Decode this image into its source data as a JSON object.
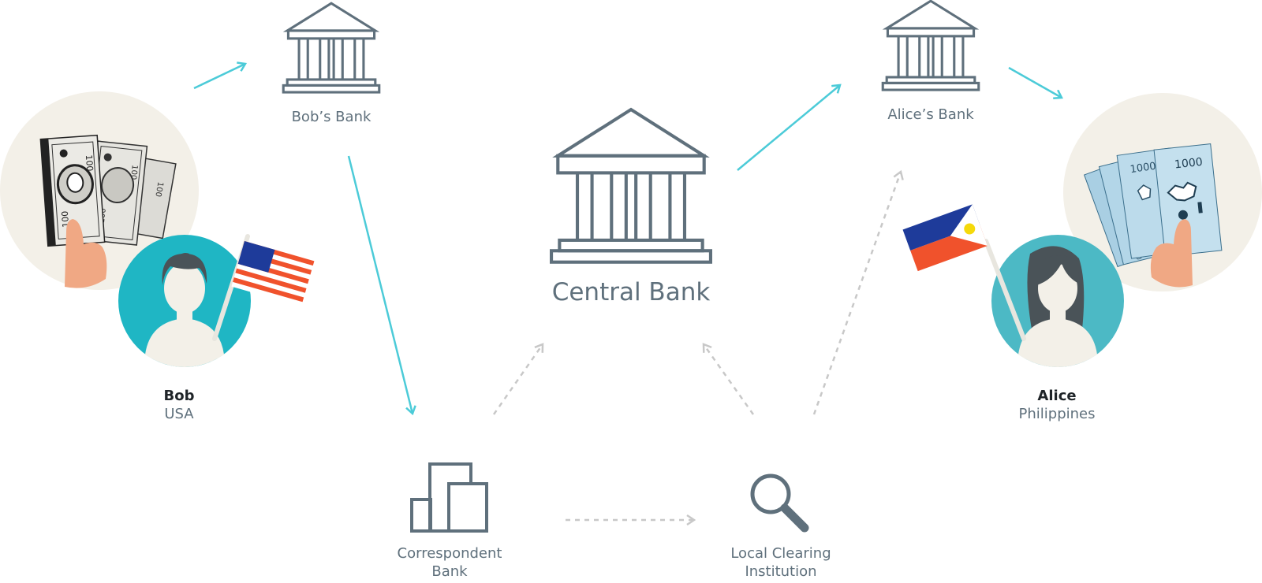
{
  "nodes": {
    "bobs_bank": "Bob’s Bank",
    "alices_bank": "Alice’s Bank",
    "central_bank": "Central Bank",
    "correspondent_bank": [
      "Correspondent",
      "Bank"
    ],
    "local_clearing": [
      "Local Clearing",
      "Institution"
    ]
  },
  "people": {
    "bob": {
      "name": "Bob",
      "country": "USA",
      "note_value": "100"
    },
    "alice": {
      "name": "Alice",
      "country": "Philippines",
      "note_value": "1000"
    }
  },
  "colors": {
    "primary_flow": "#4ccbd8",
    "secondary_flow": "#c8c8c8",
    "icon": "#5f707c",
    "avatar_bob": "#1fb6c4",
    "avatar_alice": "#4cb9c5",
    "circle_bg": "#f3f0e8"
  }
}
